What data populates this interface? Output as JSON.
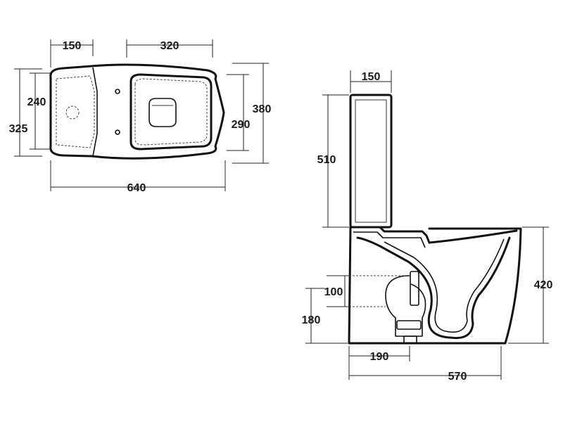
{
  "top_view": {
    "dim_tank_depth": "150",
    "dim_seat_length": "320",
    "dim_inner_width": "240",
    "dim_overall_width": "325",
    "dim_overall_length": "640",
    "dim_bowl_width_outer": "380",
    "dim_bowl_width_inner": "290"
  },
  "side_view": {
    "dim_tank_depth": "150",
    "dim_tank_height": "510",
    "dim_bowl_height": "420",
    "dim_outlet_height_inner": "100",
    "dim_outlet_height": "180",
    "dim_outlet_distance": "190",
    "dim_total_length": "570"
  }
}
